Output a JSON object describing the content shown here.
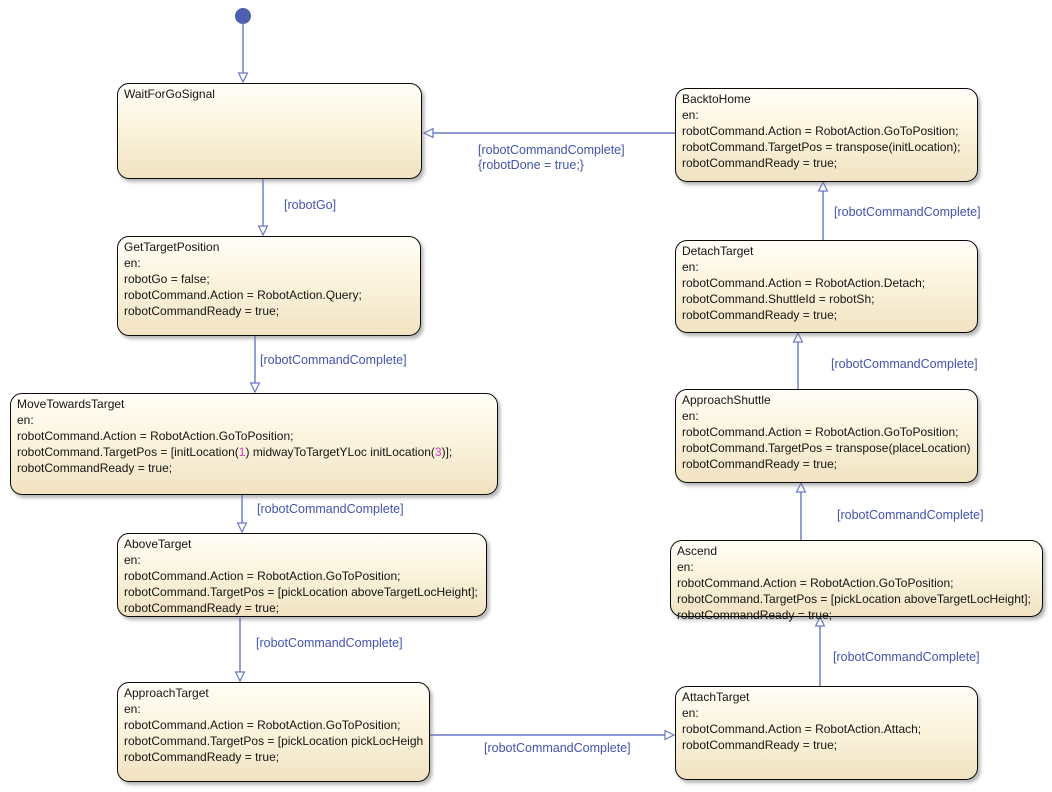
{
  "colors": {
    "state_fill_top": "#fffef8",
    "state_fill_bottom": "#f1e3c2",
    "state_border": "#0b0b0b",
    "state_text": "#141414",
    "transition_line": "#6977c5",
    "transition_label": "#4353b0",
    "number_literal": "#d63bbe",
    "initial_node": "#4d5fae",
    "background": "#ffffff"
  },
  "states": {
    "waitForGoSignal": {
      "title": "WaitForGoSignal"
    },
    "getTargetPosition": {
      "title": "GetTargetPosition",
      "en": "en:",
      "l1": "robotGo = false;",
      "l2": "robotCommand.Action = RobotAction.Query;",
      "l3": "robotCommandReady = true;"
    },
    "moveTowardsTarget": {
      "title": "MoveTowardsTarget",
      "en": "en:",
      "l1": "robotCommand.Action = RobotAction.GoToPosition;",
      "l2a": "robotCommand.TargetPos = [initLocation(",
      "l2b": "1",
      "l2c": ") midwayToTargetYLoc initLocation(",
      "l2d": "3",
      "l2e": ")];",
      "l3": "robotCommandReady = true;"
    },
    "aboveTarget": {
      "title": "AboveTarget",
      "en": "en:",
      "l1": "robotCommand.Action = RobotAction.GoToPosition;",
      "l2": "robotCommand.TargetPos = [pickLocation aboveTargetLocHeight];",
      "l3": "robotCommandReady = true;"
    },
    "approachTarget": {
      "title": "ApproachTarget",
      "en": "en:",
      "l1": "robotCommand.Action = RobotAction.GoToPosition;",
      "l2": "robotCommand.TargetPos = [pickLocation pickLocHeight];",
      "l3": "robotCommandReady = true;"
    },
    "attachTarget": {
      "title": "AttachTarget",
      "en": "en:",
      "l1": "robotCommand.Action = RobotAction.Attach;",
      "l2": "robotCommandReady = true;"
    },
    "ascend": {
      "title": "Ascend",
      "en": "en:",
      "l1": "robotCommand.Action = RobotAction.GoToPosition;",
      "l2": "robotCommand.TargetPos = [pickLocation aboveTargetLocHeight];",
      "l3": "robotCommandReady = true;"
    },
    "approachShuttle": {
      "title": "ApproachShuttle",
      "en": "en:",
      "l1": "robotCommand.Action = RobotAction.GoToPosition;",
      "l2": "robotCommand.TargetPos = transpose(placeLocation);",
      "l3": "robotCommandReady = true;"
    },
    "detachTarget": {
      "title": "DetachTarget",
      "en": "en:",
      "l1": "robotCommand.Action = RobotAction.Detach;",
      "l2": "robotCommand.ShuttleId = robotSh;",
      "l3": "robotCommandReady = true;"
    },
    "backtoHome": {
      "title": "BacktoHome",
      "en": "en:",
      "l1": "robotCommand.Action = RobotAction.GoToPosition;",
      "l2": "robotCommand.TargetPos = transpose(initLocation);",
      "l3": "robotCommandReady = true;"
    }
  },
  "transitions": {
    "robotGo": {
      "label": "[robotGo]"
    },
    "getToMove": {
      "label": "[robotCommandComplete]"
    },
    "moveToAbove": {
      "label": "[robotCommandComplete]"
    },
    "aboveToApproach": {
      "label": "[robotCommandComplete]"
    },
    "approachToAttach": {
      "label": "[robotCommandComplete]"
    },
    "attachToAscend": {
      "label": "[robotCommandComplete]"
    },
    "ascendToShuttle": {
      "label": "[robotCommandComplete]"
    },
    "shuttleToDetach": {
      "label": "[robotCommandComplete]"
    },
    "detachToHome": {
      "label": "[robotCommandComplete]"
    },
    "homeToWait": {
      "label": "[robotCommandComplete]",
      "action": "{robotDone = true;}"
    }
  }
}
